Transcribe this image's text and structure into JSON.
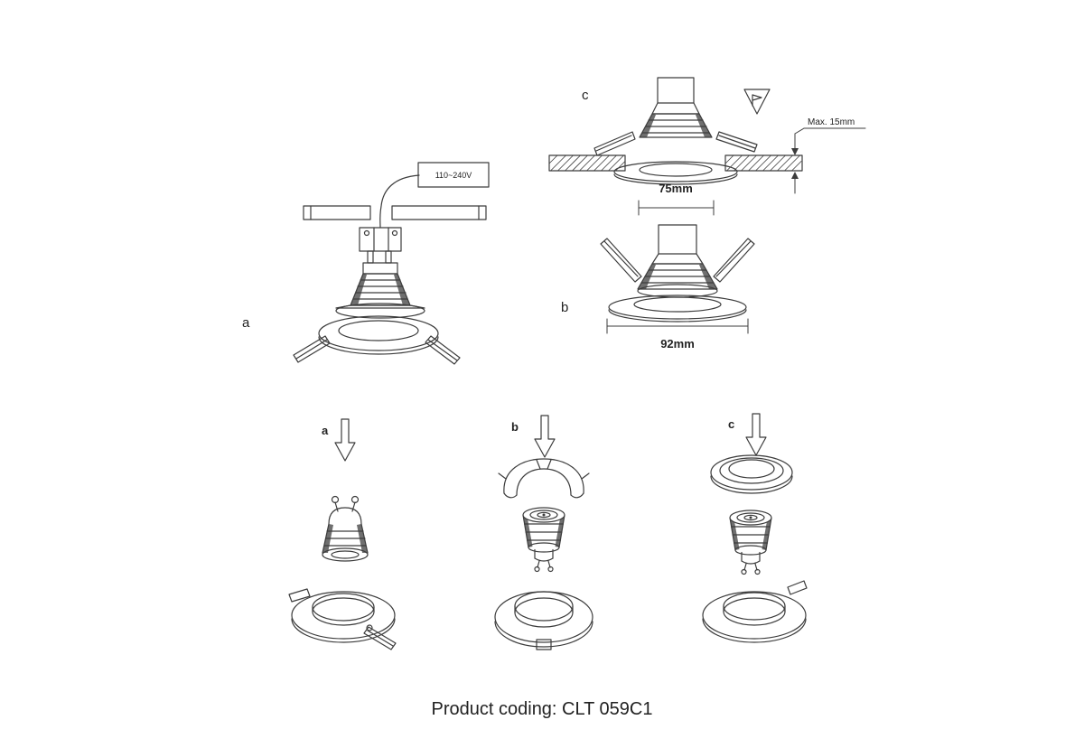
{
  "page": {
    "caption": "Product coding: CLT 059C1"
  },
  "wiring_diagram": {
    "label": "a",
    "voltage": "110~240V"
  },
  "section_diagram": {
    "label": "c",
    "max_thickness": "Max. 15mm",
    "cutout_width": "75mm"
  },
  "front_diagram": {
    "label": "b",
    "outer_width": "92mm"
  },
  "assembly": {
    "step_a_label": "a",
    "step_b_label": "b",
    "step_c_label": "c"
  }
}
